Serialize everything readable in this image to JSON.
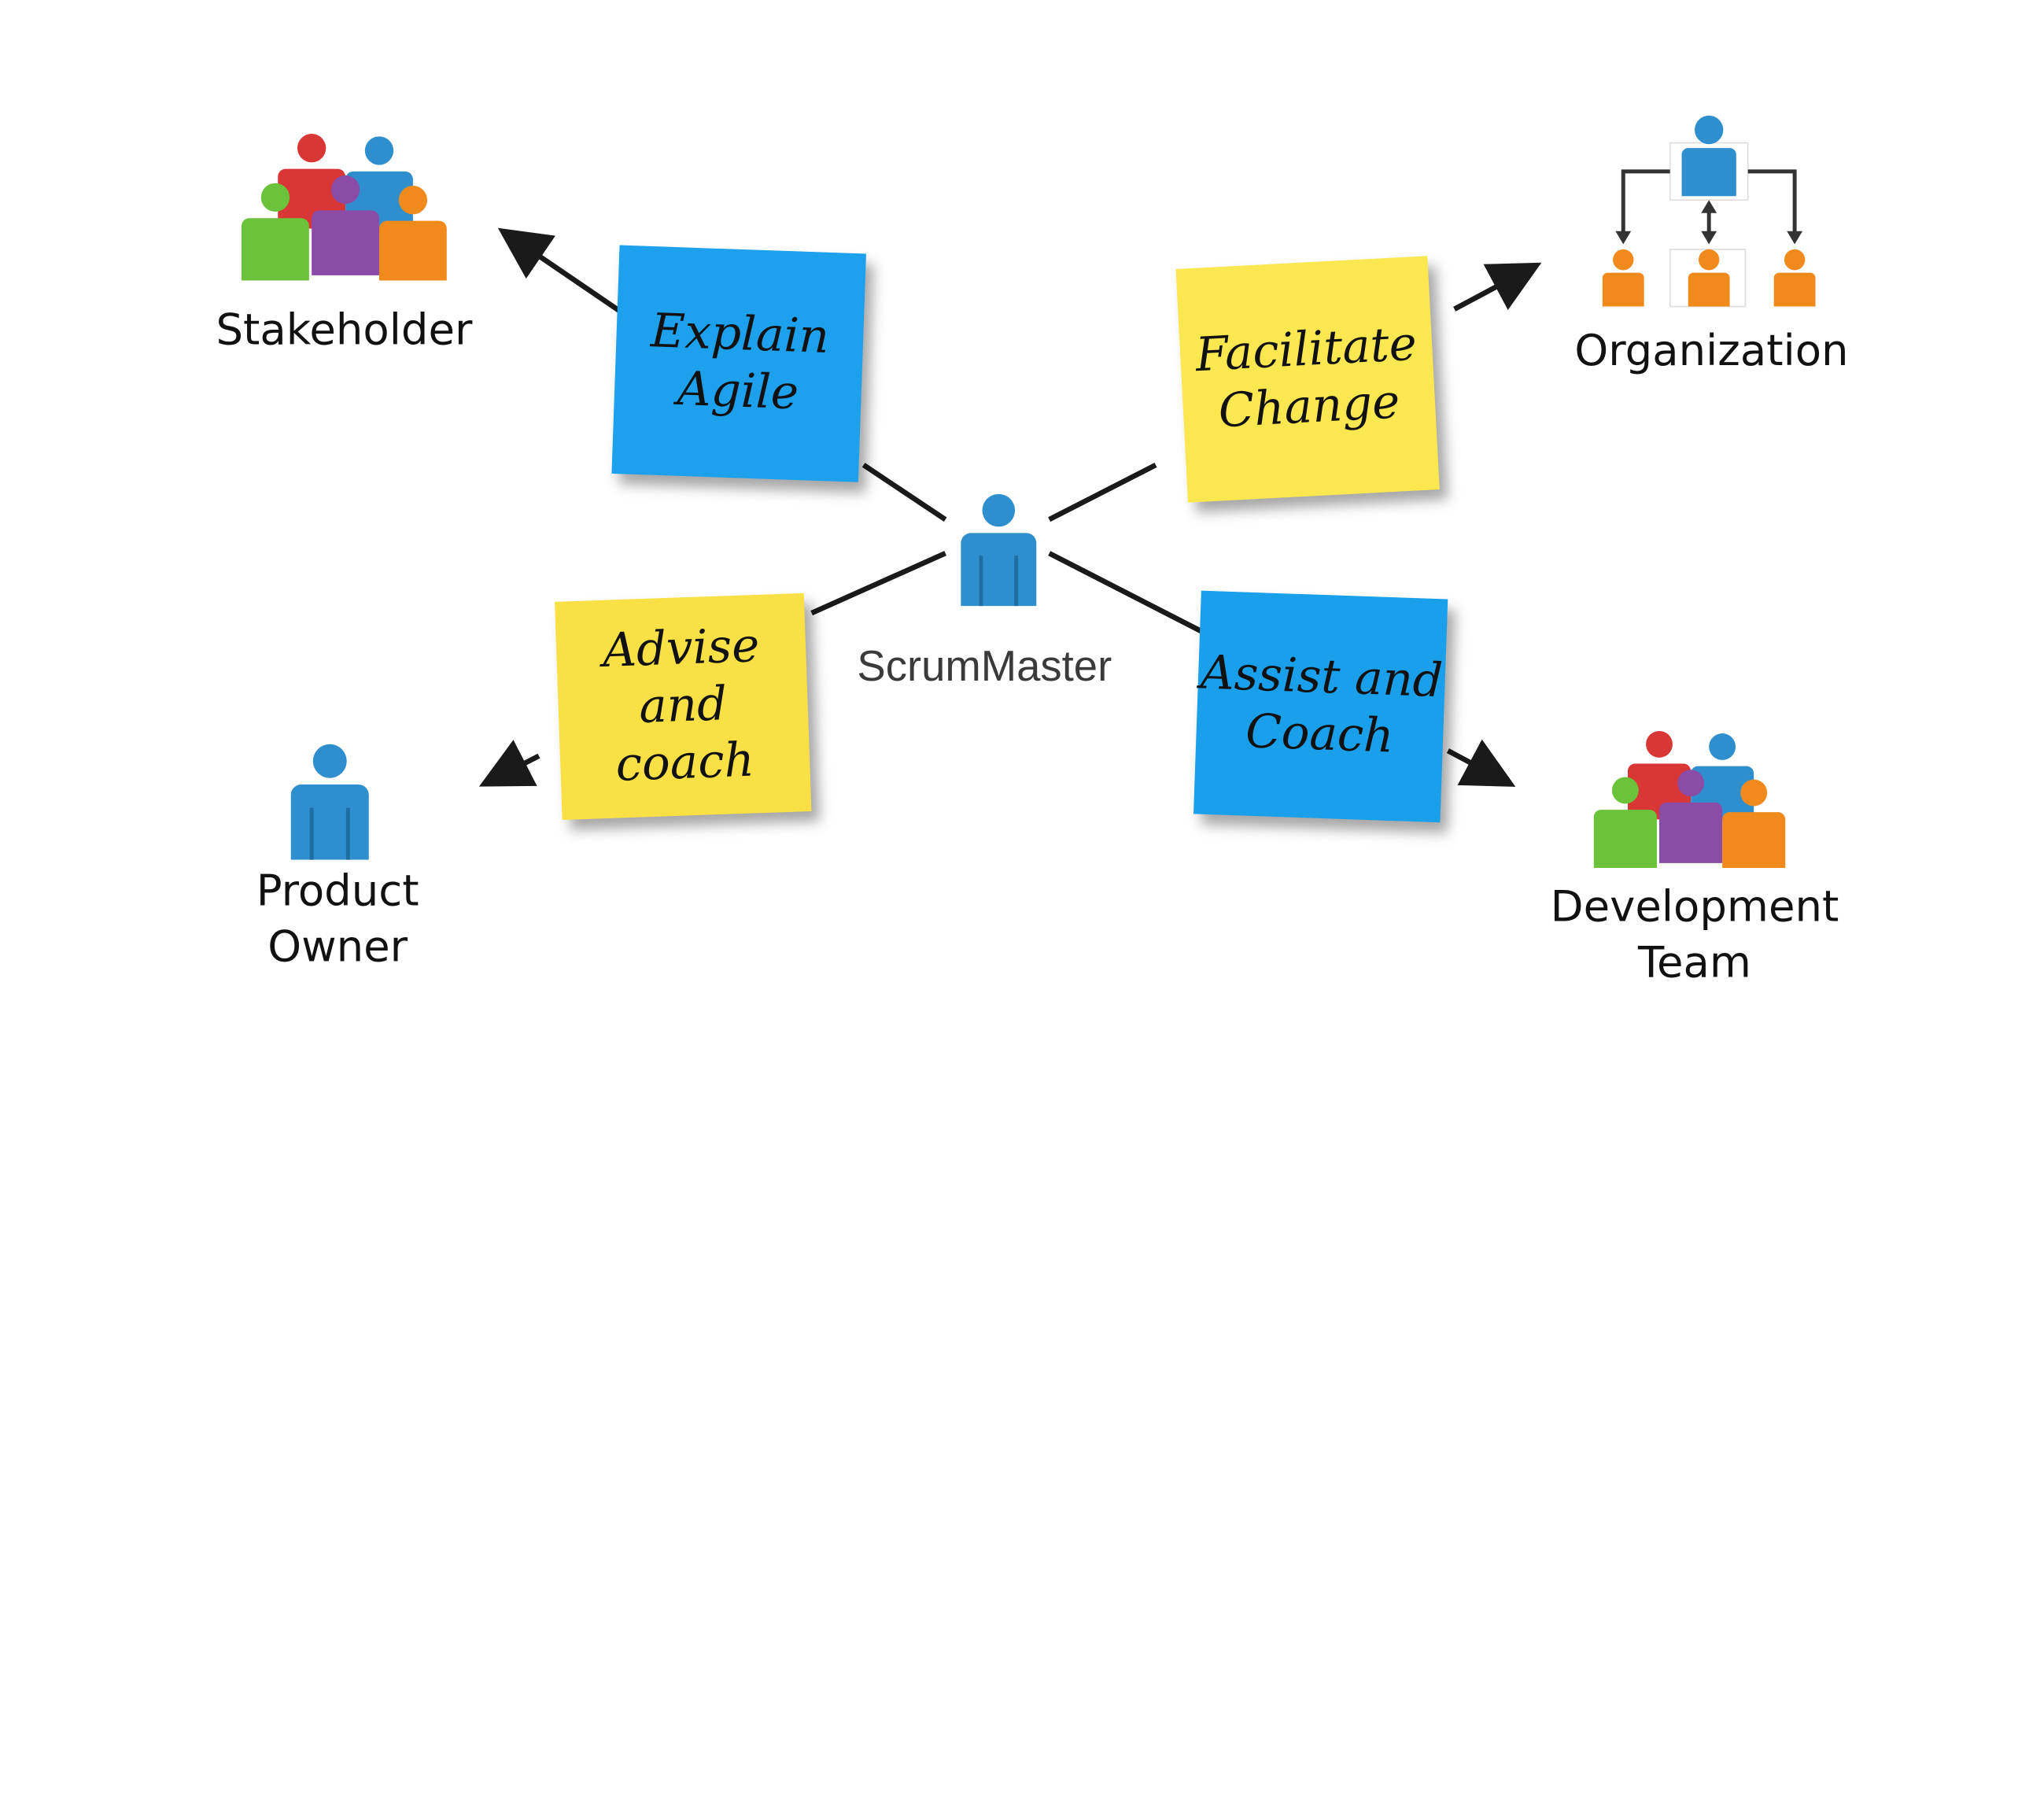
{
  "center": {
    "label": "ScrumMaster"
  },
  "nodes": {
    "stakeholder": {
      "label": "Stakeholder"
    },
    "organization": {
      "label": "Organization"
    },
    "product_owner": {
      "label": "Product\nOwner"
    },
    "development_team": {
      "label": "Development\nTeam"
    }
  },
  "notes": {
    "explain_agile": {
      "text": "Explain\nAgile",
      "color": "#1da1ec"
    },
    "facilitate_change": {
      "text": "Facilitate\nChange",
      "color": "#fbe74f"
    },
    "advise_and_coach": {
      "text": "Advise\nand\ncoach",
      "color": "#f9e145"
    },
    "assist_and_coach": {
      "text": "Assist and\nCoach",
      "color": "#1aa0ea"
    }
  },
  "colors": {
    "person_blue": "#2f8fce",
    "person_red": "#d93636",
    "person_green": "#6cc23a",
    "person_purple": "#8a4ca6",
    "person_orange": "#f08a1c",
    "arrow": "#1a1a1a"
  },
  "icons": [
    "group-people-icon",
    "org-chart-icon",
    "person-icon"
  ]
}
